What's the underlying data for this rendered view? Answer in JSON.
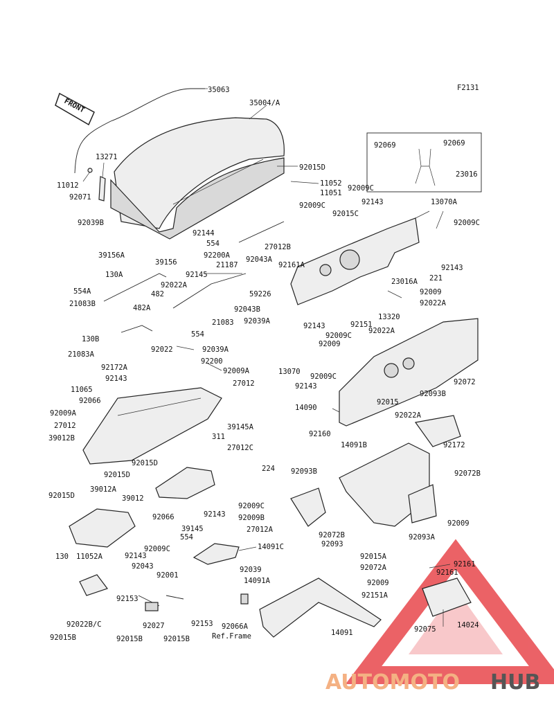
{
  "figure_code": "F2131",
  "front_tag": "FRONT",
  "watermark": {
    "part1": "AUTOMOTO",
    "part2": "HUB",
    "color1": "#f4b183",
    "color2": "#555555",
    "logo_color": "#e8474c"
  },
  "labels": {
    "p35063": "35063",
    "p35004A": "35004/A",
    "p13271": "13271",
    "p11012": "11012",
    "p92071": "92071",
    "p92039B": "92039B",
    "p92015D_a": "92015D",
    "p11052": "11052",
    "p11051": "11051",
    "p92009C_a": "92009C",
    "p92069_l": "92069",
    "p92069_r": "92069",
    "p23016": "23016",
    "p92009C_b": "92009C",
    "p92143_a": "92143",
    "p13070A": "13070A",
    "p92015C": "92015C",
    "p92009C_c": "92009C",
    "p92144": "92144",
    "p554_a": "554",
    "p27012B": "27012B",
    "p39156A": "39156A",
    "p39156": "39156",
    "p92200A": "92200A",
    "p92043A": "92043A",
    "p92161A": "92161A",
    "p130A": "130A",
    "p92145": "92145",
    "p21187": "21187",
    "p92143_b": "92143",
    "p221": "221",
    "p554A": "554A",
    "p92022A_a": "92022A",
    "p59226": "59226",
    "p23016A": "23016A",
    "p21083B": "21083B",
    "p482_a": "482",
    "p92043B": "92043B",
    "p92009_a": "92009",
    "p92022A_b": "92022A",
    "p482A": "482A",
    "p21083": "21083",
    "p92039A_a": "92039A",
    "p92143_c": "92143",
    "p92151": "92151",
    "p13320": "13320",
    "p554_b": "554",
    "p92009C_d": "92009C",
    "p92022A_c": "92022A",
    "p130B": "130B",
    "p92022": "92022",
    "p92039A_b": "92039A",
    "p92009_b": "92009",
    "p21083A": "21083A",
    "p92200": "92200",
    "p13070": "13070",
    "p92172A": "92172A",
    "p92009A_a": "92009A",
    "p92143_d": "92143",
    "p27012_a": "27012",
    "p92009C_e": "92009C",
    "p92072_a": "92072",
    "p11065": "11065",
    "p92066_a": "92066",
    "p14090": "14090",
    "p92015_a": "92015",
    "p92093B_a": "92093B",
    "p92009A_b": "92009A",
    "p39145A": "39145A",
    "p27012_b": "27012",
    "p92022A_d": "92022A",
    "p39012B": "39012B",
    "p311": "311",
    "p92160": "92160",
    "p14091B": "14091B",
    "p92172": "92172",
    "p27012C": "27012C",
    "p92015D_b": "92015D",
    "p224": "224",
    "p92072B_a": "92072B",
    "p92015D_c": "92015D",
    "p92093B_b": "92093B",
    "p92015D_d": "92015D",
    "p39012A": "39012A",
    "p39012": "39012",
    "p92066_b": "92066",
    "p92009C_f": "92009C",
    "p92143_e": "92143",
    "p92009B": "92009B",
    "p39145": "39145",
    "p27012A": "27012A",
    "p92009_c": "92009",
    "p92143_f": "92143",
    "p554_c": "554",
    "p14091C": "14091C",
    "p92009C_g": "92009C",
    "p92072B_b": "92072B",
    "p92093A": "92093A",
    "p92093": "92093",
    "p130": "130",
    "p11052A": "11052A",
    "p92043": "92043",
    "p92039": "92039",
    "p92015A": "92015A",
    "p92161_a": "92161",
    "p92001": "92001",
    "p14091A": "14091A",
    "p92072A": "92072A",
    "p92161_b": "92161",
    "p92009_d": "92009",
    "p92153_a": "92153",
    "p92151A": "92151A",
    "p92022BC": "92022B/C",
    "p92027": "92027",
    "p92153_b": "92153",
    "p92066A": "92066A",
    "p92075": "92075",
    "p14024": "14024",
    "p92015B_a": "92015B",
    "p92015B_b": "92015B",
    "p92015B_c": "92015B",
    "pRefFrame": "Ref.Frame",
    "p14091": "14091"
  }
}
